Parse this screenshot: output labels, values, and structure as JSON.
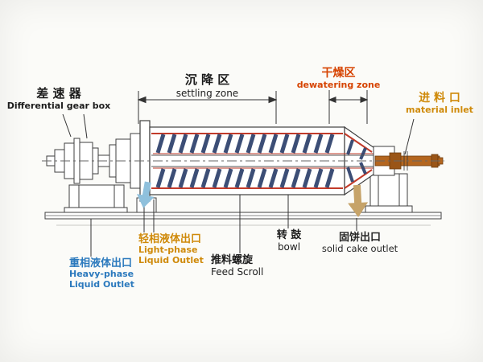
{
  "background": "#fbfbf8",
  "labels": {
    "differential": {
      "zh": "差 速 器",
      "en": "Differential gear box",
      "color": "#1c1c1c"
    },
    "settling_zone": {
      "zh": "沉 降 区",
      "en": "settling zone",
      "color": "#1c1c1c"
    },
    "dewatering_zone": {
      "zh": "干燥区",
      "en": "dewatering zone",
      "color": "#d64300"
    },
    "material_inlet": {
      "zh": "进 料 口",
      "en": "material inlet",
      "color": "#cf8a0a"
    },
    "light_phase_outlet": {
      "zh": "轻相液体出口",
      "en_line1": "Light-phase",
      "en_line2": "Liquid Outlet",
      "color": "#cf8a0a"
    },
    "heavy_phase_outlet": {
      "zh": "重相液体出口",
      "en_line1": "Heavy-phase",
      "en_line2": "Liquid Outlet",
      "color": "#2b79bd"
    },
    "feed_scroll": {
      "zh": "推料螺旋",
      "en": "Feed Scroll",
      "color": "#1c1c1c"
    },
    "bowl": {
      "zh": "转 鼓",
      "en": "bowl",
      "color": "#1c1c1c"
    },
    "solid_cake_outlet": {
      "zh": "固饼出口",
      "en": "solid cake outlet",
      "color": "#262626"
    }
  },
  "diagram_colors": {
    "machine_outline": "#3f3f3f",
    "bowl_wall_red": "#c23b2a",
    "scroll_flight_blue": "#2c3f6b",
    "feed_pipe_orange": "#b4661f",
    "light_phase_arrow_blue": "#8fc0dc",
    "solid_cake_arrow_tan": "#c6a369"
  }
}
